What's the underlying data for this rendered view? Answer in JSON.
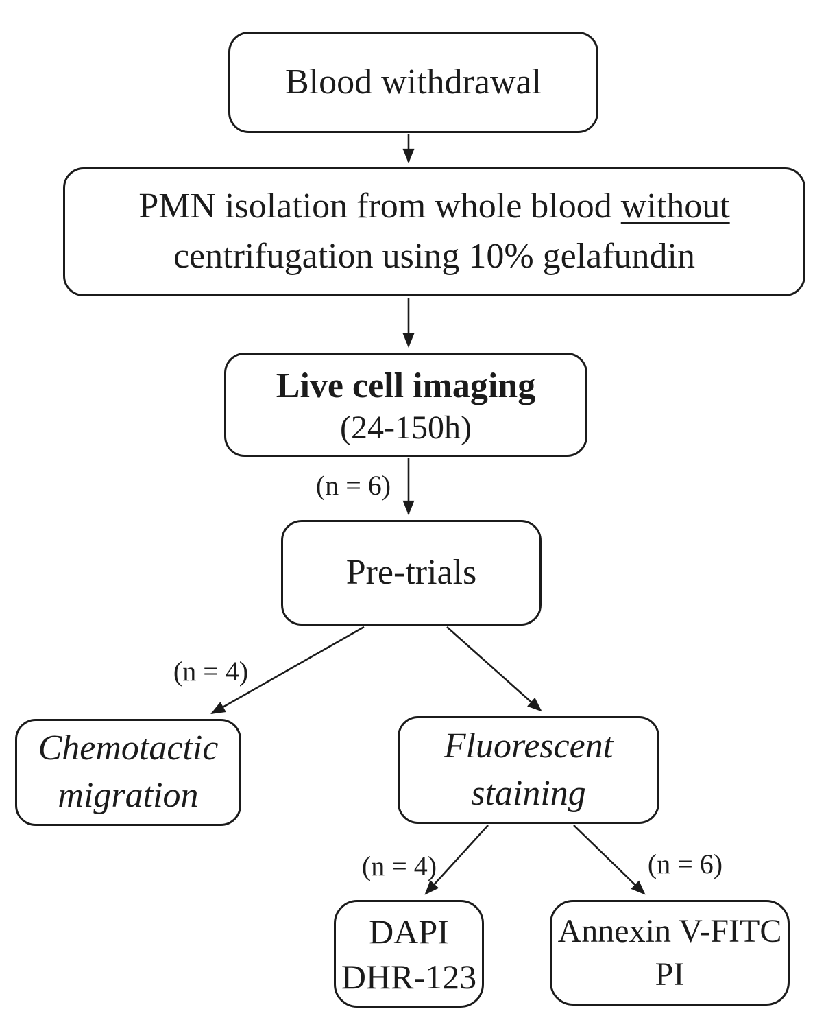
{
  "colors": {
    "line": "#1b1b1b",
    "background": "#ffffff"
  },
  "nodes": {
    "blood_withdrawal": {
      "label": "Blood withdrawal"
    },
    "pmn_isolation": {
      "line1_text": "PMN isolation from whole blood ",
      "line1_underlined": "without",
      "line2": "centrifugation using 10% gelafundin"
    },
    "live_cell_imaging": {
      "title": "Live cell imaging",
      "subtitle": "(24-150h)"
    },
    "pre_trials": {
      "label": "Pre-trials"
    },
    "chemotactic_migration": {
      "line1": "Chemotactic",
      "line2": "migration"
    },
    "fluorescent_staining": {
      "line1": "Fluorescent",
      "line2": "staining"
    },
    "dapi_dhr123": {
      "line1": "DAPI",
      "line2": "DHR-123"
    },
    "annexin_v_fitc_pi": {
      "line1": "Annexin V-FITC",
      "line2": "PI"
    }
  },
  "edge_labels": {
    "imaging_to_pretrials": "(n = 6)",
    "pretrials_to_chemotactic": "(n = 4)",
    "fluorescent_to_dapi": "(n = 4)",
    "fluorescent_to_annexin": "(n = 6)"
  }
}
